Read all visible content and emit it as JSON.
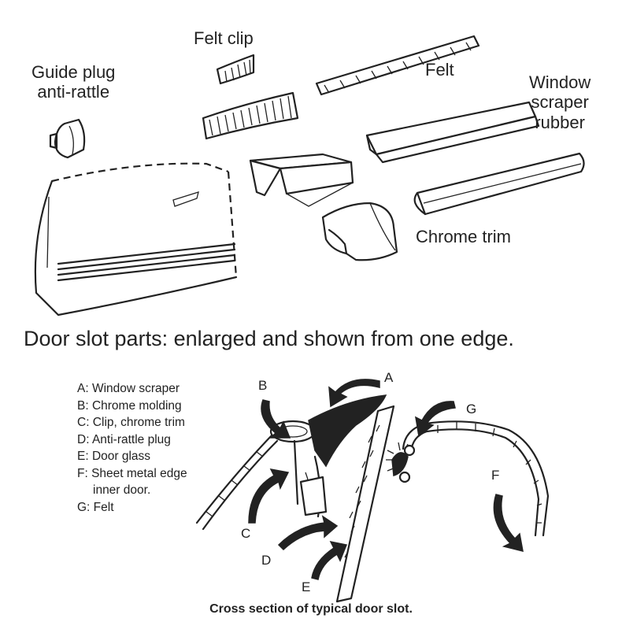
{
  "part_labels": {
    "felt_clip": "Felt clip",
    "guide_plug_line1": "Guide plug",
    "guide_plug_line2": "anti-rattle",
    "felt": "Felt",
    "window_scraper_line1": "Window",
    "window_scraper_line2": "scraper",
    "window_scraper_line3": "rubber",
    "chrome_trim": "Chrome trim"
  },
  "heading": "Door slot parts: enlarged and shown from one edge.",
  "legend": [
    "A: Window scraper",
    "B:  Chrome molding",
    "C:  Clip, chrome trim",
    "D:  Anti-rattle plug",
    "E:  Door glass",
    "F:  Sheet metal edge",
    "inner door.",
    "G: Felt"
  ],
  "callouts": {
    "a": "A",
    "b": "B",
    "c": "C",
    "d": "D",
    "e": "E",
    "f": "F",
    "g": "G"
  },
  "caption": "Cross section of typical door slot."
}
